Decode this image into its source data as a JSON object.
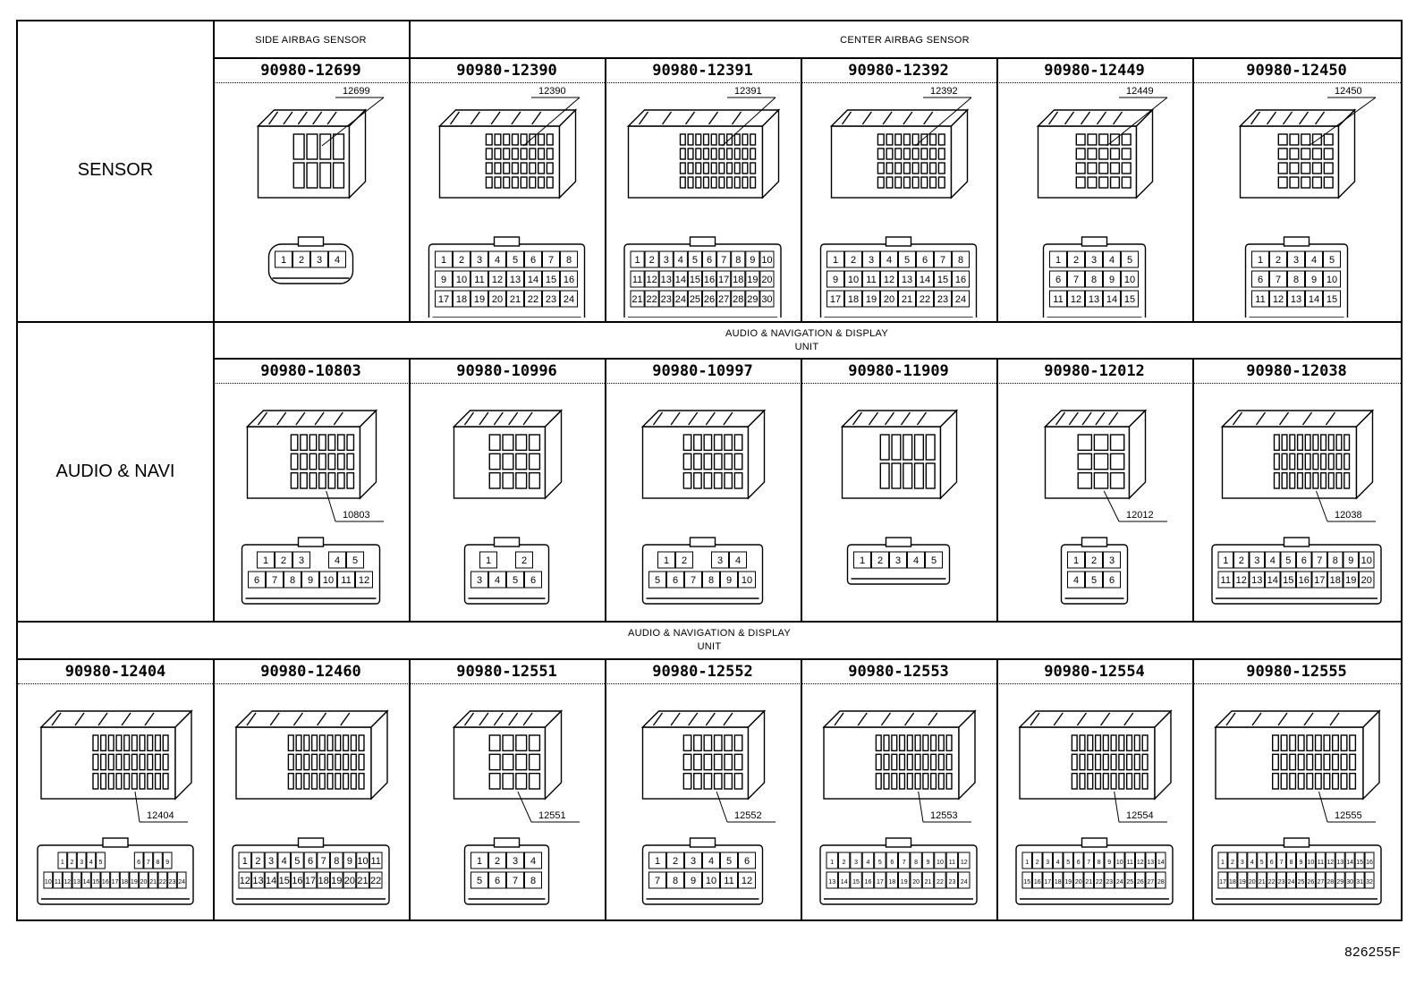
{
  "figure_id": "826255F",
  "row1": {
    "label": "SENSOR",
    "group_side": "SIDE AIRBAG SENSOR",
    "group_center": "CENTER AIRBAG SENSOR",
    "parts": [
      "90980-12699",
      "90980-12390",
      "90980-12391",
      "90980-12392",
      "90980-12449",
      "90980-12450"
    ],
    "callouts": [
      "12699",
      "12390",
      "12391",
      "12392",
      "12449",
      "12450"
    ],
    "faces": [
      [
        [
          "1",
          "2",
          "3",
          "4"
        ]
      ],
      [
        [
          "1",
          "2",
          "3",
          "4",
          "5",
          "6",
          "7",
          "8"
        ],
        [
          "9",
          "10",
          "11",
          "12",
          "13",
          "14",
          "15",
          "16"
        ],
        [
          "17",
          "18",
          "19",
          "20",
          "21",
          "22",
          "23",
          "24"
        ]
      ],
      [
        [
          "1",
          "2",
          "3",
          "4",
          "5",
          "6",
          "7",
          "8",
          "9",
          "10"
        ],
        [
          "11",
          "12",
          "13",
          "14",
          "15",
          "16",
          "17",
          "18",
          "19",
          "20"
        ],
        [
          "21",
          "22",
          "23",
          "24",
          "25",
          "26",
          "27",
          "28",
          "29",
          "30"
        ]
      ],
      [
        [
          "1",
          "2",
          "3",
          "4",
          "5",
          "6",
          "7",
          "8"
        ],
        [
          "9",
          "10",
          "11",
          "12",
          "13",
          "14",
          "15",
          "16"
        ],
        [
          "17",
          "18",
          "19",
          "20",
          "21",
          "22",
          "23",
          "24"
        ]
      ],
      [
        [
          "1",
          "2",
          "3",
          "4",
          "5"
        ],
        [
          "6",
          "7",
          "8",
          "9",
          "10"
        ],
        [
          "11",
          "12",
          "13",
          "14",
          "15"
        ]
      ],
      [
        [
          "1",
          "2",
          "3",
          "4",
          "5"
        ],
        [
          "6",
          "7",
          "8",
          "9",
          "10"
        ],
        [
          "11",
          "12",
          "13",
          "14",
          "15"
        ]
      ]
    ]
  },
  "row2": {
    "label": "AUDIO & NAVI",
    "group_line1": "AUDIO & NAVIGATION & DISPLAY",
    "group_line2": "UNIT",
    "parts": [
      "90980-10803",
      "90980-10996",
      "90980-10997",
      "90980-11909",
      "90980-12012",
      "90980-12038"
    ],
    "callouts": [
      "10803",
      "",
      "",
      "",
      "12012",
      "12038"
    ],
    "faces": [
      [
        [
          "1",
          "2",
          "3",
          "",
          "4",
          "5"
        ],
        [
          "6",
          "7",
          "8",
          "9",
          "10",
          "11",
          "12"
        ]
      ],
      [
        [
          "1",
          "",
          "2"
        ],
        [
          "3",
          "4",
          "5",
          "6"
        ]
      ],
      [
        [
          "1",
          "2",
          "",
          "3",
          "4"
        ],
        [
          "5",
          "6",
          "7",
          "8",
          "9",
          "10"
        ]
      ],
      [
        [
          "1",
          "2",
          "3",
          "4",
          "5"
        ]
      ],
      [
        [
          "1",
          "2",
          "3"
        ],
        [
          "4",
          "5",
          "6"
        ]
      ],
      [
        [
          "1",
          "2",
          "3",
          "4",
          "5",
          "6",
          "7",
          "8",
          "9",
          "10"
        ],
        [
          "11",
          "12",
          "13",
          "14",
          "15",
          "16",
          "17",
          "18",
          "19",
          "20"
        ]
      ]
    ]
  },
  "row3": {
    "group_line1": "AUDIO & NAVIGATION & DISPLAY",
    "group_line2": "UNIT",
    "parts": [
      "90980-12404",
      "90980-12460",
      "90980-12551",
      "90980-12552",
      "90980-12553",
      "90980-12554",
      "90980-12555"
    ],
    "callouts": [
      "12404",
      "",
      "12551",
      "12552",
      "12553",
      "12554",
      "12555"
    ],
    "faces": [
      [
        [
          "1",
          "2",
          "3",
          "4",
          "5",
          "",
          "",
          "",
          "6",
          "7",
          "8",
          "9"
        ],
        [
          "10",
          "11",
          "12",
          "13",
          "14",
          "15",
          "16",
          "17",
          "18",
          "19",
          "20",
          "21",
          "22",
          "23",
          "24"
        ]
      ],
      [
        [
          "1",
          "2",
          "3",
          "4",
          "5",
          "6",
          "7",
          "8",
          "9",
          "10",
          "11"
        ],
        [
          "12",
          "13",
          "14",
          "15",
          "16",
          "17",
          "18",
          "19",
          "20",
          "21",
          "22"
        ]
      ],
      [
        [
          "1",
          "2",
          "3",
          "4"
        ],
        [
          "5",
          "6",
          "7",
          "8"
        ]
      ],
      [
        [
          "1",
          "2",
          "3",
          "4",
          "5",
          "6"
        ],
        [
          "7",
          "8",
          "9",
          "10",
          "11",
          "12"
        ]
      ],
      [
        [
          "1",
          "2",
          "3",
          "4",
          "5",
          "6",
          "7",
          "8",
          "9",
          "10",
          "11",
          "12"
        ],
        [
          "13",
          "14",
          "15",
          "16",
          "17",
          "18",
          "19",
          "20",
          "21",
          "22",
          "23",
          "24"
        ]
      ],
      [
        [
          "1",
          "2",
          "3",
          "4",
          "5",
          "6",
          "7",
          "8",
          "9",
          "10",
          "11",
          "12",
          "13",
          "14"
        ],
        [
          "15",
          "16",
          "17",
          "18",
          "19",
          "20",
          "21",
          "22",
          "23",
          "24",
          "25",
          "26",
          "27",
          "28"
        ]
      ],
      [
        [
          "1",
          "2",
          "3",
          "4",
          "5",
          "6",
          "7",
          "8",
          "9",
          "10",
          "11",
          "12",
          "13",
          "14",
          "15",
          "16"
        ],
        [
          "17",
          "18",
          "19",
          "20",
          "21",
          "22",
          "23",
          "24",
          "25",
          "26",
          "27",
          "28",
          "29",
          "30",
          "31",
          "32"
        ]
      ]
    ]
  }
}
